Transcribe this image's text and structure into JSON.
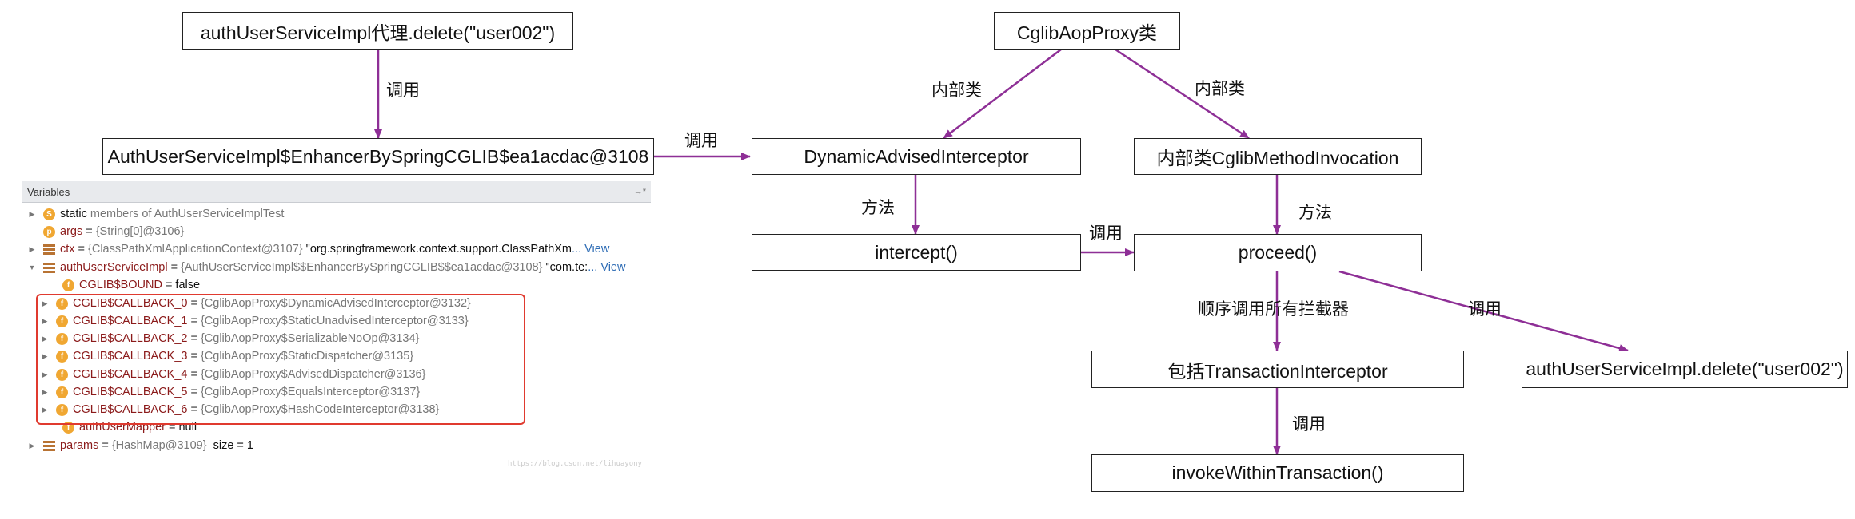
{
  "colors": {
    "arrow": "#8e2f96",
    "box_border": "#222222",
    "highlight": "#e03a2f"
  },
  "nodes": {
    "proxy_delete": "authUserServiceImpl代理.delete(\"user002\")",
    "enhancer": "AuthUserServiceImpl$EnhancerBySpringCGLIB$ea1acdac@3108",
    "cglib_aop_proxy": "CglibAopProxy类",
    "dynamic_advised": "DynamicAdvisedInterceptor",
    "cglib_method_invocation": "内部类CglibMethodInvocation",
    "intercept": "intercept()",
    "proceed": "proceed()",
    "transaction_interceptor": "包括TransactionInterceptor",
    "target_delete": "authUserServiceImpl.delete(\"user002\")",
    "invoke_within_transaction": "invokeWithinTransaction()"
  },
  "edge_labels": {
    "call_1": "调用",
    "call_2": "调用",
    "inner_1": "内部类",
    "inner_2": "内部类",
    "method_1": "方法",
    "method_2": "方法",
    "call_3": "调用",
    "call_all": "顺序调用所有拦截器",
    "call_4": "调用",
    "call_5": "调用"
  },
  "variables_panel": {
    "title": "Variables",
    "pin": "→*",
    "rows": [
      {
        "expand": "▶",
        "badge": "S",
        "name": "static",
        "rest": " members of AuthUserServiceImplTest"
      },
      {
        "expand": "",
        "badge": "p",
        "name": "args",
        "type": "{String[0]@3106}",
        "value": ""
      },
      {
        "expand": "▶",
        "badge": "list",
        "name": "ctx",
        "type": "{ClassPathXmlApplicationContext@3107}",
        "value": " \"org.springframework.context.support.ClassPathXm",
        "link": "... View"
      },
      {
        "expand": "▼",
        "badge": "list",
        "name": "authUserServiceImpl",
        "type": "{AuthUserServiceImpl$$EnhancerBySpringCGLIB$$ea1acdac@3108}",
        "value": " \"com.te:",
        "link": "... View"
      },
      {
        "expand": "",
        "badge": "f",
        "name": "CGLIB$BOUND",
        "type": "",
        "value": "false"
      },
      {
        "expand": "▶",
        "badge": "f",
        "name": "CGLIB$CALLBACK_0",
        "type": "{CglibAopProxy$DynamicAdvisedInterceptor@3132}",
        "value": ""
      },
      {
        "expand": "▶",
        "badge": "f",
        "name": "CGLIB$CALLBACK_1",
        "type": "{CglibAopProxy$StaticUnadvisedInterceptor@3133}",
        "value": ""
      },
      {
        "expand": "▶",
        "badge": "f",
        "name": "CGLIB$CALLBACK_2",
        "type": "{CglibAopProxy$SerializableNoOp@3134}",
        "value": ""
      },
      {
        "expand": "▶",
        "badge": "f",
        "name": "CGLIB$CALLBACK_3",
        "type": "{CglibAopProxy$StaticDispatcher@3135}",
        "value": ""
      },
      {
        "expand": "▶",
        "badge": "f",
        "name": "CGLIB$CALLBACK_4",
        "type": "{CglibAopProxy$AdvisedDispatcher@3136}",
        "value": ""
      },
      {
        "expand": "▶",
        "badge": "f",
        "name": "CGLIB$CALLBACK_5",
        "type": "{CglibAopProxy$EqualsInterceptor@3137}",
        "value": ""
      },
      {
        "expand": "▶",
        "badge": "f",
        "name": "CGLIB$CALLBACK_6",
        "type": "{CglibAopProxy$HashCodeInterceptor@3138}",
        "value": ""
      },
      {
        "expand": "",
        "badge": "f",
        "name": "authUserMapper",
        "type": "",
        "value": "null"
      },
      {
        "expand": "▶",
        "badge": "list",
        "name": "params",
        "type": "{HashMap@3109}",
        "value": "  size = 1"
      }
    ],
    "watermark": "https://blog.csdn.net/lihuayony"
  }
}
